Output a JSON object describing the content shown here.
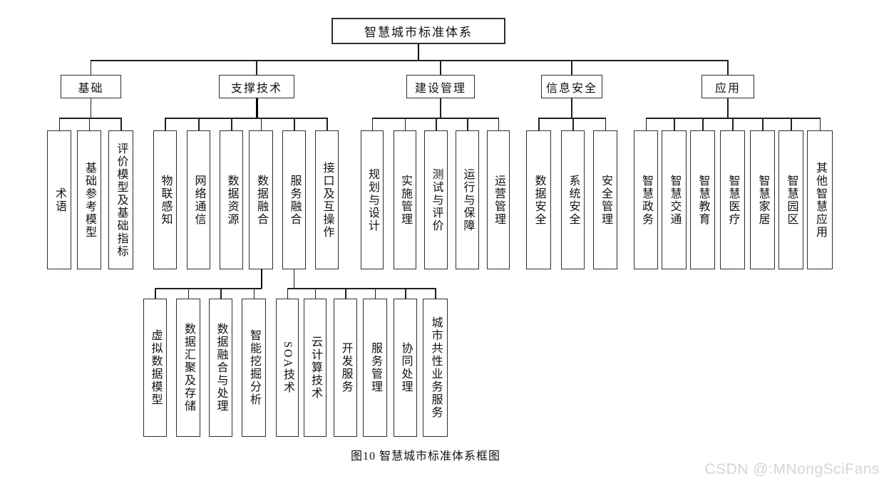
{
  "diagram": {
    "root_label": "智慧城市标准体系",
    "branches": [
      {
        "label": "基础",
        "children": [
          "术语",
          "基础参考模型",
          "评价模型及基础指标"
        ]
      },
      {
        "label": "支撑技术",
        "children": [
          "物联感知",
          "网络通信",
          "数据资源",
          "数据融合",
          "服务融合",
          "接口及互操作"
        ]
      },
      {
        "label": "建设管理",
        "children": [
          "规划与设计",
          "实施管理",
          "测试与评价",
          "运行与保障",
          "运营管理"
        ]
      },
      {
        "label": "信息安全",
        "children": [
          "数据安全",
          "系统安全",
          "安全管理"
        ]
      },
      {
        "label": "应用",
        "children": [
          "智慧政务",
          "智慧交通",
          "智慧教育",
          "智慧医疗",
          "智慧家居",
          "智慧园区",
          "其他智慧应用"
        ]
      }
    ],
    "subtrees": [
      {
        "parent": "数据融合",
        "children": [
          "虚拟数据模型",
          "数据汇聚及存储",
          "数据融合与处理",
          "智能挖掘分析"
        ]
      },
      {
        "parent": "服务融合",
        "children": [
          "SOA技术",
          "云计算技术",
          "开发服务",
          "服务管理",
          "协同处理",
          "城市共性业务服务"
        ]
      }
    ],
    "caption": "图10 智慧城市标准体系框图",
    "watermark": "CSDN @:MNongSciFans",
    "colors": {
      "line": "#1f1f1f",
      "box_border": "#2f2f2f",
      "background": "#ffffff",
      "text": "#111111",
      "watermark": "#d6d6d6"
    }
  }
}
